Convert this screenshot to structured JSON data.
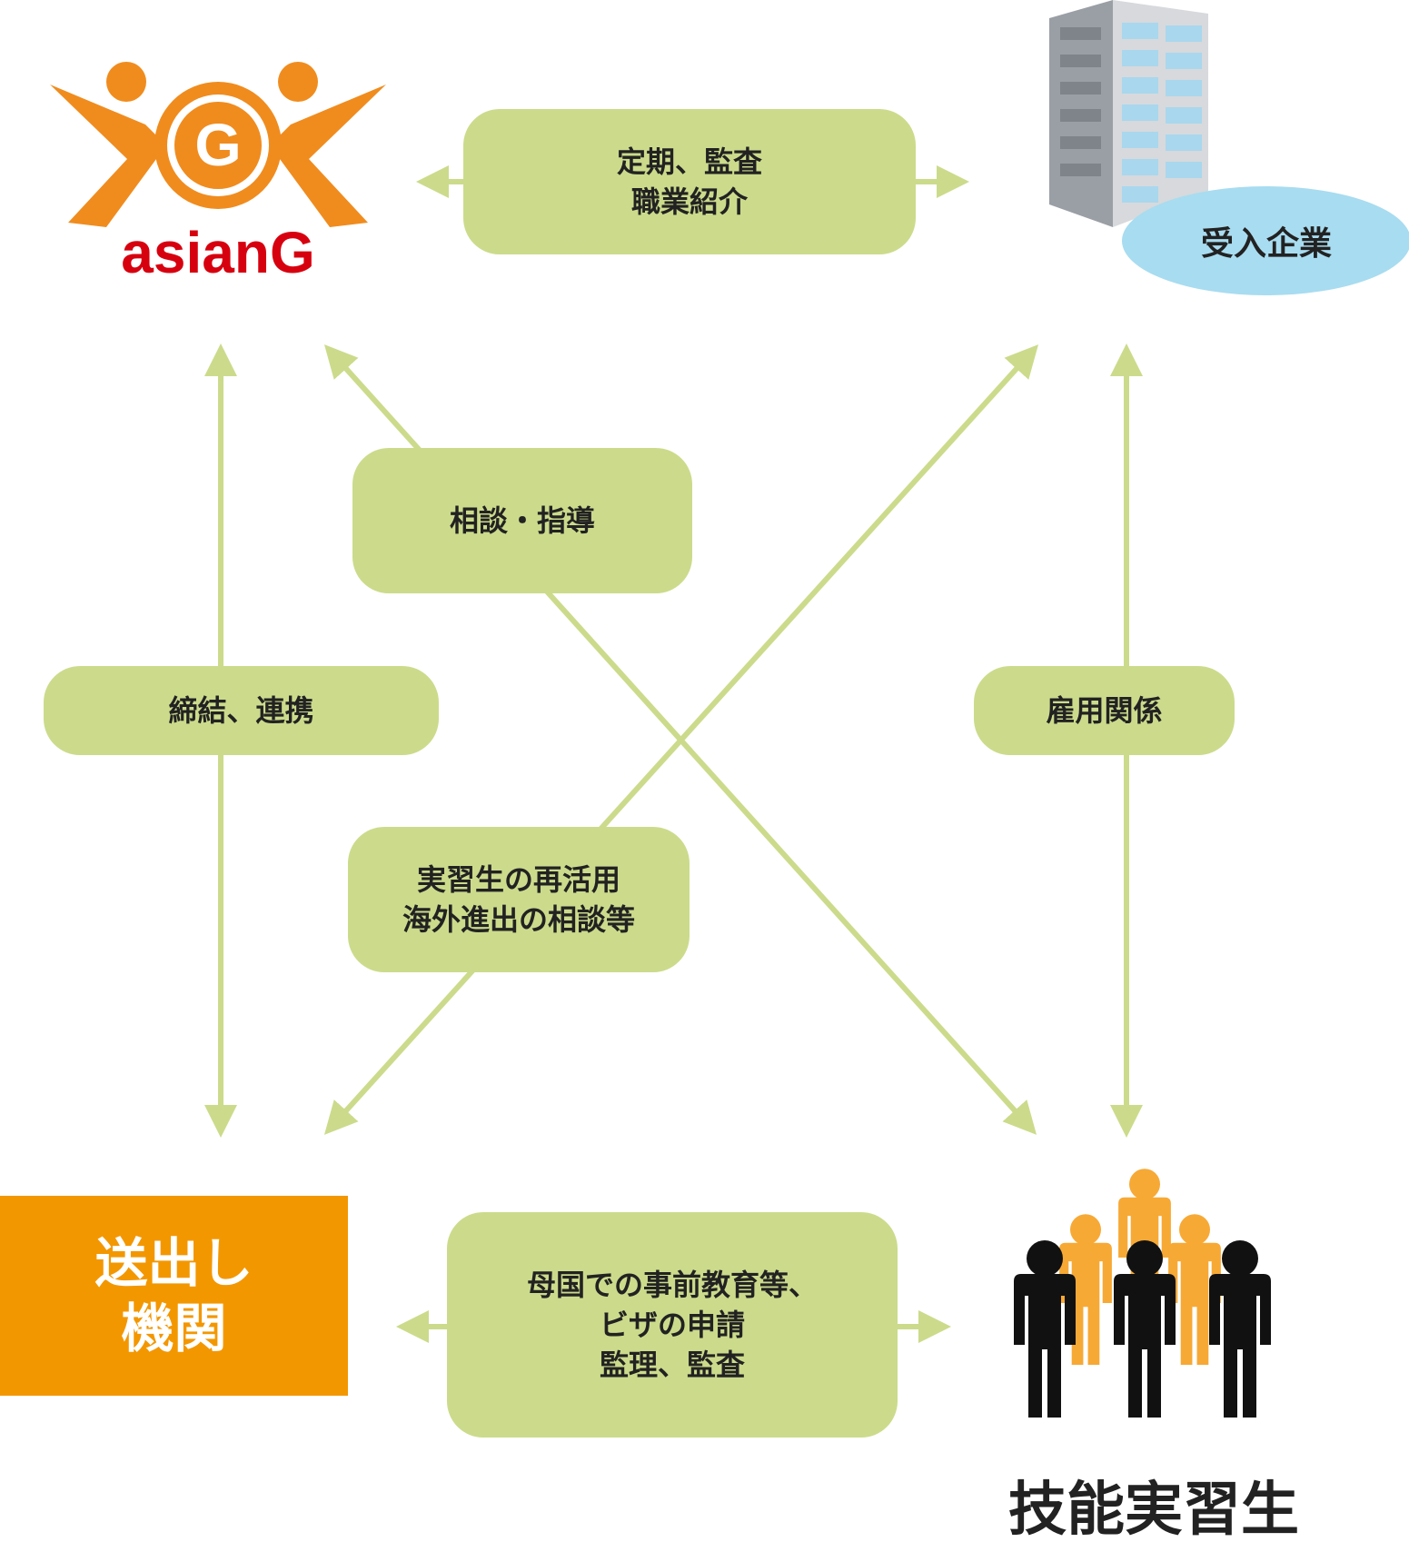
{
  "logo": {
    "icon": "asiang-logo-icon",
    "brand_text": "asianG",
    "colors": {
      "orange": "#f08c1e",
      "red": "#d7000f"
    }
  },
  "company": {
    "icon": "office-building-icon",
    "label": "受入企業",
    "color": "#a8dcf0"
  },
  "sending_org": {
    "line1": "送出し",
    "line2": "機関",
    "color": "#f39700"
  },
  "trainees": {
    "icon": "people-group-icon",
    "label": "技能実習生"
  },
  "relations": {
    "asiang_company": "定期、監査\n職業紹介",
    "asiang_trainees": "相談・指導",
    "asiang_sending": "締結、連携",
    "company_trainees": "雇用関係",
    "company_sending": "実習生の再活用\n海外進出の相談等",
    "sending_trainees": "母国での事前教育等、\nビザの申請\n監理、監査"
  },
  "arrow_color": "#cbdb8b"
}
